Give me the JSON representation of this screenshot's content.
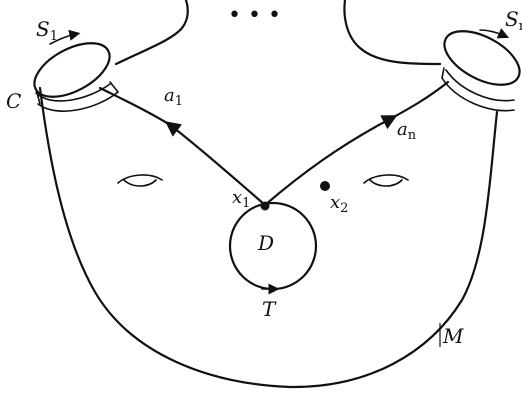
{
  "labels": {
    "S1_base": "S",
    "S1_sub": "1",
    "Sn_base": "S",
    "Sn_sub": "n",
    "C": "C",
    "a1_base": "a",
    "a1_sub": "1",
    "an_base": "a",
    "an_sub": "n",
    "x1_base": "x",
    "x1_sub": "1",
    "x2_base": "x",
    "x2_sub": "2",
    "D": "D",
    "T": "T",
    "M": "M",
    "ellipsis": "• • •"
  },
  "colors": {
    "stroke": "#111111",
    "background": "#ffffff"
  }
}
